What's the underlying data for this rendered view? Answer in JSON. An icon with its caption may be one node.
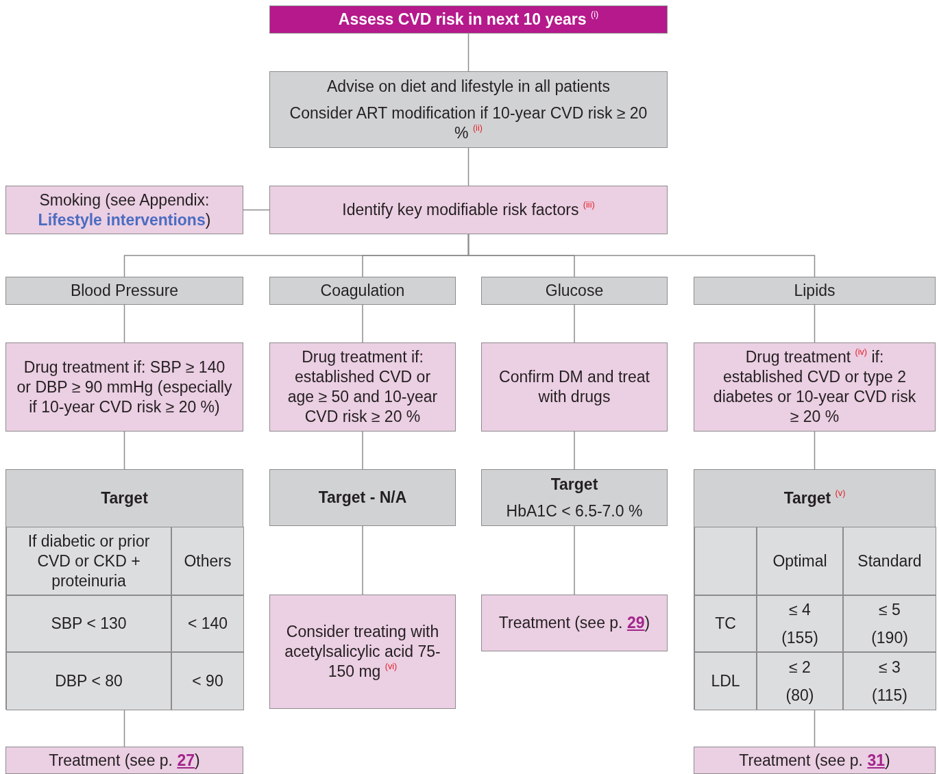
{
  "diagram": {
    "nodes": [
      {
        "text": [
          "Assess CVD risk in next 10 years $^{(i)}$"
        ]
      },
      {
        "text": [
          "Advise on diet and lifestyle in all patients",
          "Consider ART modification if 10-year CVD risk ≥ 20 % $^{(ii)}$"
        ]
      },
      {
        "text": [
          "Smoking (see Appendix: **Lifestyle interventions**)"
        ]
      },
      {
        "text": [
          "Identify key modifiable risk factors $^{(iii)}$"
        ]
      },
      {
        "text": [
          "Blood Pressure"
        ]
      },
      {
        "text": [
          "Coagulation"
        ]
      },
      {
        "text": [
          "Glucose"
        ]
      },
      {
        "text": [
          "Lipids"
        ]
      },
      {
        "text": [
          "Drug treatment if: SBP ≥ 140 or DBP ≥ 90 mmHg (especially if 10-year CVD risk ≥ 20 %)"
        ]
      },
      {
        "text": [
          "Drug treatment if: established CVD or age ≥ 50 and 10-year CVD risk ≥ 20 %"
        ]
      },
      {
        "text": [
          "Confirm DM and treat with drugs"
        ]
      },
      {
        "text": [
          "Drug treatment $^{(iv)}$ if: established CVD or type 2 diabetes or 10-year CVD risk ≥ 20 %"
        ]
      },
      {
        "text": [
          "Target"
        ]
      },
      {
        "text": [
          "If diabetic or prior CVD or CKD + proteinuria"
        ],
        "in": 12
      },
      {
        "text": [
          "Others"
        ],
        "in": 12
      },
      {
        "text": [
          "SBP < 130"
        ],
        "in": 12
      },
      {
        "text": [
          "< 140"
        ],
        "in": 12
      },
      {
        "text": [
          "DBP < 80"
        ],
        "in": 12
      },
      {
        "text": [
          "< 90"
        ],
        "in": 12
      },
      {
        "text": [
          "Target - N/A"
        ]
      },
      {
        "text": [
          "Target",
          "HbA1C < 6.5-7.0 %"
        ]
      },
      {
        "text": [
          "Target $^{(v)}$"
        ]
      },
      {
        "text": [],
        "shape": "box",
        "in": 21
      },
      {
        "text": [
          "Optimal"
        ],
        "in": 21
      },
      {
        "text": [
          "Standard"
        ],
        "in": 21
      },
      {
        "text": [
          "TC"
        ],
        "in": 21
      },
      {
        "text": [
          "≤ 4 (155)"
        ],
        "in": 21
      },
      {
        "text": [
          "≤ 5 (190)"
        ],
        "in": 21
      },
      {
        "text": [
          "LDL"
        ],
        "in": 21
      },
      {
        "text": [
          "≤ 2 (80)"
        ],
        "in": 21
      },
      {
        "text": [
          "≤ 3 (115)"
        ],
        "in": 21
      },
      {
        "text": [
          "Treatment (see p. **27**)"
        ]
      },
      {
        "text": [
          "Consider treating with acetylsalicylic acid 75-150 mg $^{(vi)}$"
        ]
      },
      {
        "text": [
          "Treatment (see p. **29**)"
        ]
      },
      {
        "text": [
          "Treatment (see p. **31**)"
        ]
      }
    ],
    "edges": [
      {
        "from": 0,
        "to": 1,
        "arrow": "none"
      },
      {
        "from": 1,
        "to": 3,
        "arrow": "none"
      },
      {
        "from": 2,
        "to": 3,
        "arrow": "none"
      },
      {
        "from": 3,
        "to": 4,
        "arrow": "none"
      },
      {
        "from": 3,
        "to": 5,
        "arrow": "none"
      },
      {
        "from": 3,
        "to": 6,
        "arrow": "none"
      },
      {
        "from": 3,
        "to": 7,
        "arrow": "none"
      },
      {
        "from": 4,
        "to": 8,
        "arrow": "none"
      },
      {
        "from": 5,
        "to": 9,
        "arrow": "none"
      },
      {
        "from": 6,
        "to": 10,
        "arrow": "none"
      },
      {
        "from": 7,
        "to": 11,
        "arrow": "none"
      },
      {
        "from": 8,
        "to": 12,
        "arrow": "none"
      },
      {
        "from": 9,
        "to": 19,
        "arrow": "none"
      },
      {
        "from": 10,
        "to": 20,
        "arrow": "none"
      },
      {
        "from": 11,
        "to": 21,
        "arrow": "none"
      },
      {
        "from": 12,
        "to": 31,
        "arrow": "none"
      },
      {
        "from": 19,
        "to": 32,
        "arrow": "none"
      },
      {
        "from": 20,
        "to": 33,
        "arrow": "none"
      },
      {
        "from": 21,
        "to": 34,
        "arrow": "none"
      }
    ]
  }
}
